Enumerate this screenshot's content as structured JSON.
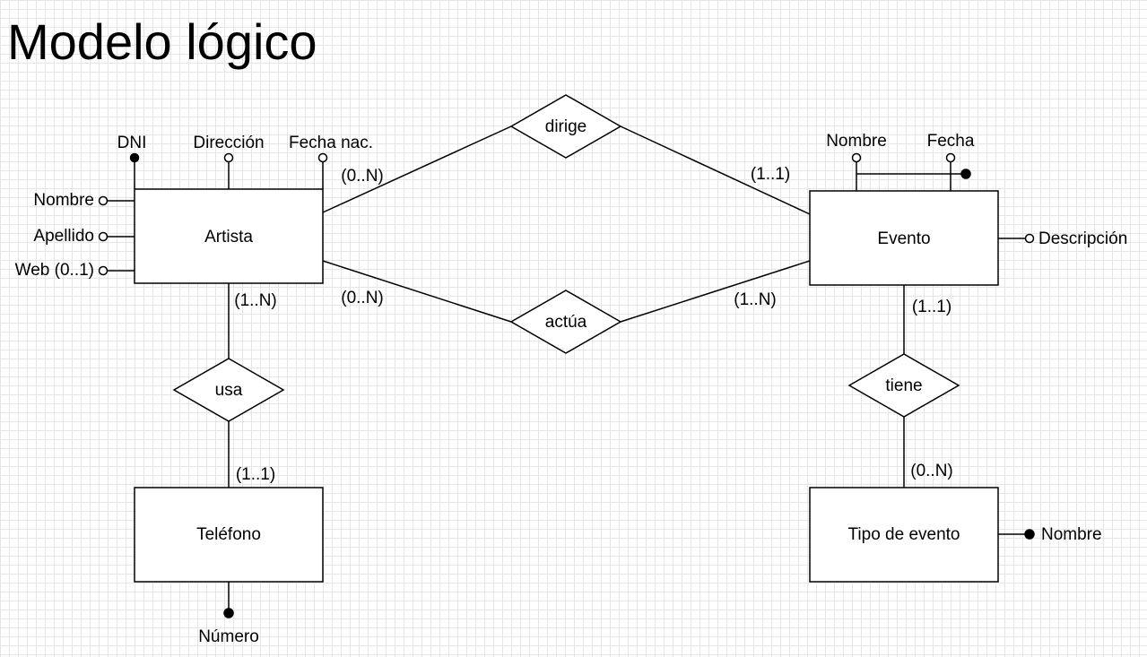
{
  "title": "Modelo lógico",
  "entities": {
    "artista": "Artista",
    "evento": "Evento",
    "telefono": "Teléfono",
    "tipo_evento": "Tipo de evento"
  },
  "relationships": {
    "dirige": "dirige",
    "actua": "actúa",
    "usa": "usa",
    "tiene": "tiene"
  },
  "attributes": {
    "artista_dni": "DNI",
    "artista_direccion": "Dirección",
    "artista_fecha_nac": "Fecha nac.",
    "artista_nombre": "Nombre",
    "artista_apellido": "Apellido",
    "artista_web": "Web (0..1)",
    "evento_nombre": "Nombre",
    "evento_fecha": "Fecha",
    "evento_descripcion": "Descripción",
    "telefono_numero": "Número",
    "tipo_nombre": "Nombre"
  },
  "cardinalities": {
    "artista_dirige": "(0..N)",
    "evento_dirige": "(1..1)",
    "artista_actua": "(0..N)",
    "evento_actua": "(1..N)",
    "artista_usa": "(1..N)",
    "telefono_usa": "(1..1)",
    "evento_tiene": "(1..1)",
    "tipo_tiene": "(0..N)"
  }
}
